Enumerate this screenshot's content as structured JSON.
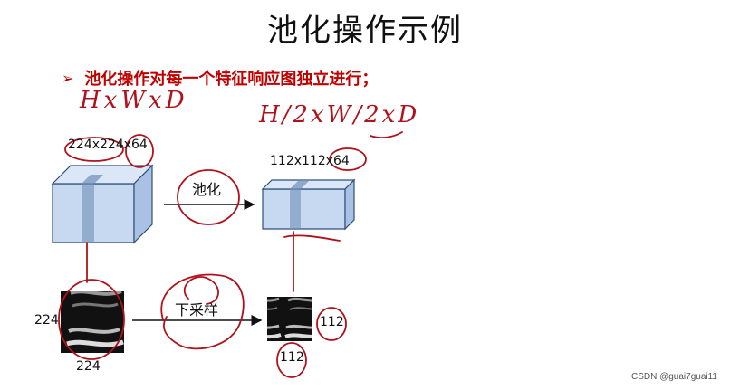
{
  "slide": {
    "title": "池化操作示例",
    "bullet": "池化操作对每一个特征响应图独立进行；"
  },
  "diagram": {
    "input_dims": "224x224x64",
    "output_dims": "112x112x64",
    "pool_label": "池化",
    "downsample_label": "下采样",
    "input_height": "224",
    "input_width": "224",
    "output_height": "112",
    "output_width": "112"
  },
  "annotations": {
    "left_note": "HxWxD",
    "right_note": "H/2xW/2xD"
  },
  "footer": {
    "watermark": "CSDN @guai7guai11"
  },
  "colors": {
    "bullet": "#c00000",
    "ink": "#b0121b",
    "cube_face": "#c6d9f1",
    "cube_edge": "#2f4f7a"
  }
}
